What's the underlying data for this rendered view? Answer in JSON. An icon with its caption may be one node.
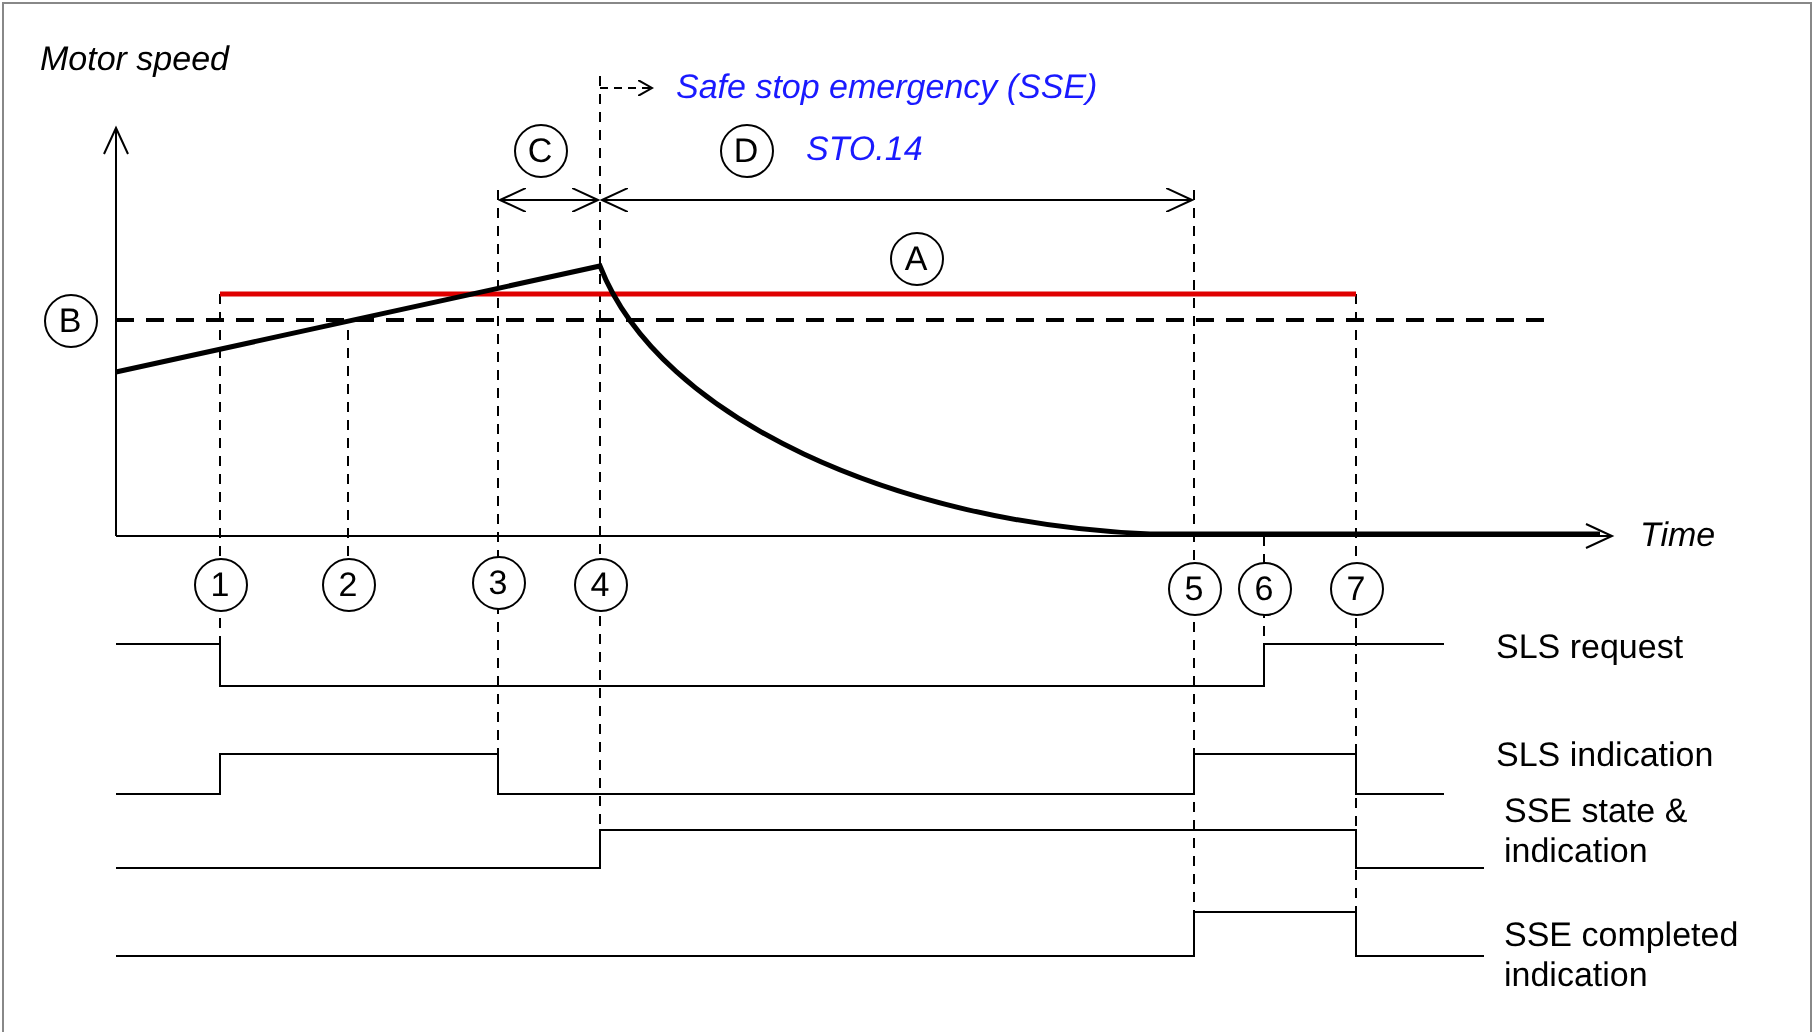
{
  "diagram": {
    "labels": [
      "Motor speed",
      "Safe stop emergency (SSE)",
      "C",
      "D",
      "STO.14",
      "A",
      "B",
      "Time",
      "1",
      "2",
      "3",
      "4",
      "5",
      "6",
      "7",
      "SLS request",
      "SLS indication",
      "SSE state & indication",
      "SSE completed indication"
    ]
  }
}
